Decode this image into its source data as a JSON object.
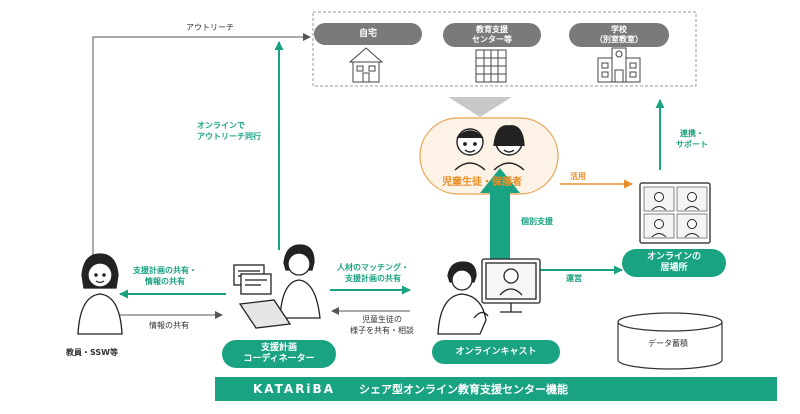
{
  "locations": {
    "home": "自宅",
    "edu_center_l1": "教育支援",
    "edu_center_l2": "センター等",
    "school_l1": "学校",
    "school_l2": "（別室教室）"
  },
  "outreach": "アウトリーチ",
  "online_outreach_l1": "オンラインで",
  "online_outreach_l2": "アウトリーチ同行",
  "children": "児童生徒・保護者",
  "use": "活用",
  "collab_l1": "連携・",
  "collab_l2": "サポート",
  "individual_support": "個別支援",
  "online_place_l1": "オンラインの",
  "online_place_l2": "居場所",
  "operate": "運営",
  "data_store": "データ蓄積",
  "teacher": "教員・SSW等",
  "share_plan_l1": "支援計画の共有・",
  "share_plan_l2": "情報の共有",
  "share_info": "情報の共有",
  "matching_l1": "人材のマッチング・",
  "matching_l2": "支援計画の共有",
  "consult_l1": "児童生徒の",
  "consult_l2": "様子を共有・相談",
  "coordinator_l1": "支援計画",
  "coordinator_l2": "コーディネーター",
  "online_cast": "オンラインキャスト",
  "brand": "KATARiBA",
  "footer_title": "シェア型オンライン教育支援センター機能",
  "colors": {
    "teal": "#19a382",
    "gray": "#7a7a7a",
    "orange": "#e8902a"
  },
  "icons": [
    "house-icon",
    "building-icon",
    "school-icon",
    "child-icon",
    "parent-icon",
    "video-grid-icon",
    "teacher-icon",
    "coordinator-icon",
    "cast-icon",
    "database-icon"
  ]
}
